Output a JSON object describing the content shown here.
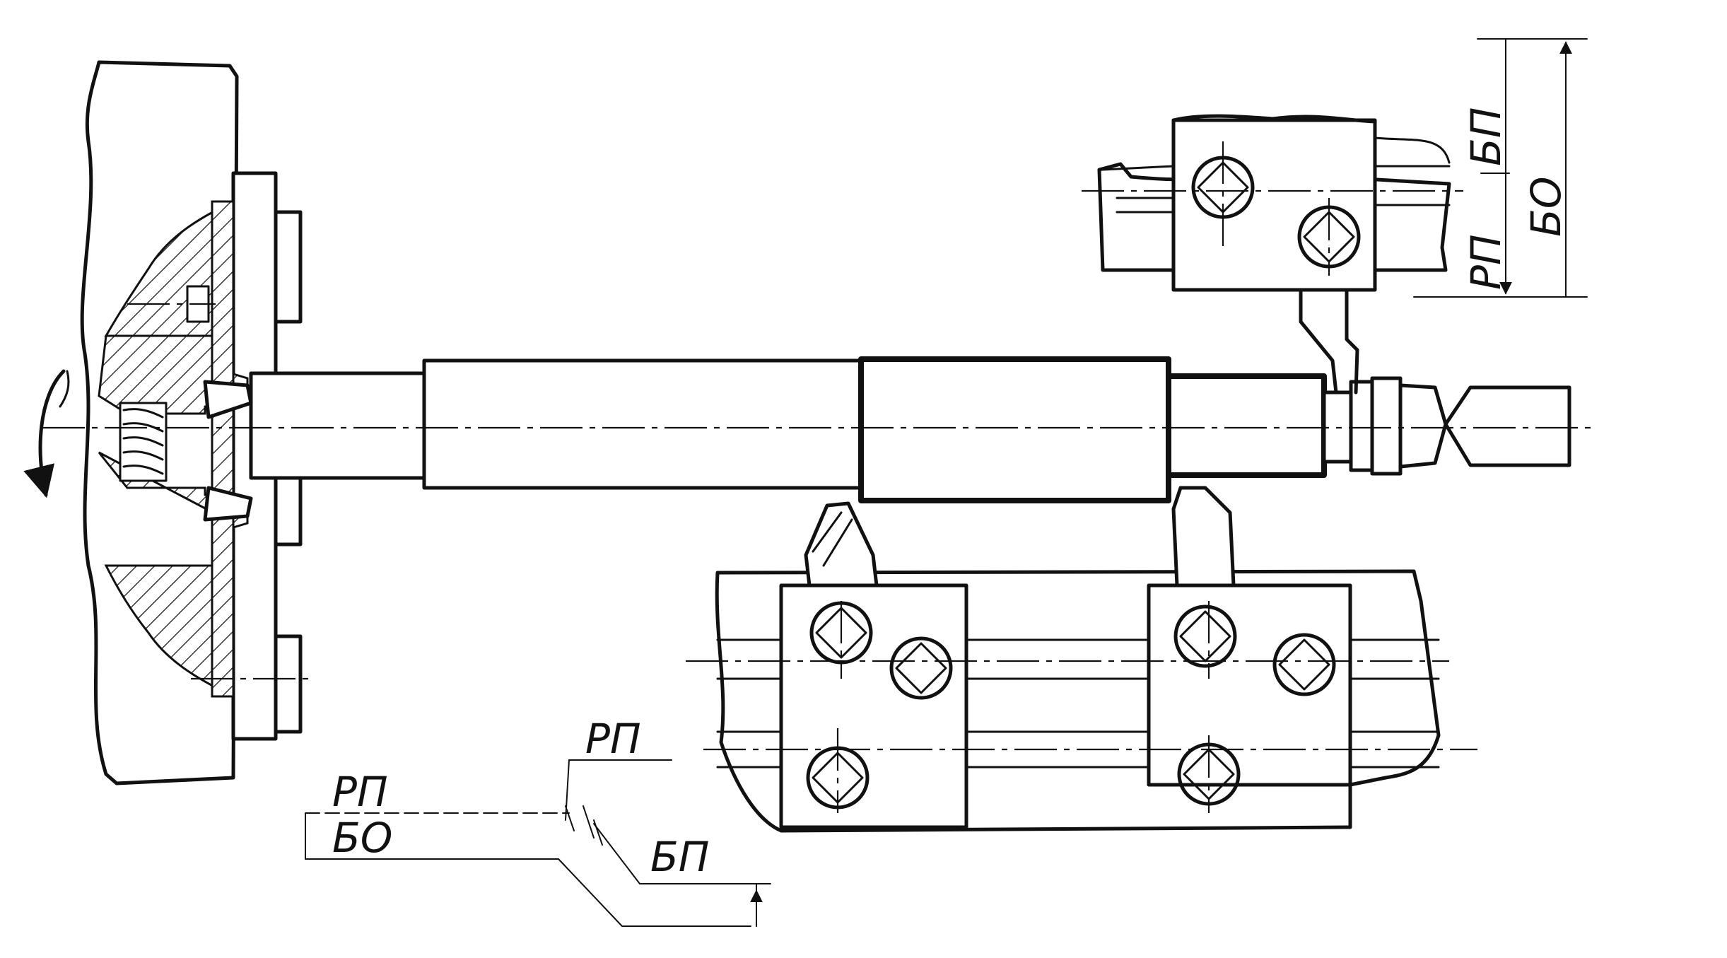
{
  "labels": {
    "top_left_label": "БП",
    "top_right_label": "БО",
    "top_bottom_label": "РП",
    "bottom_top_label": "РП",
    "bottom_left_upper_label": "РП",
    "bottom_left_lower_label": "БО",
    "bottom_right_label": "БП"
  },
  "colors": {
    "ink": "#111111",
    "paper": "#ffffff"
  }
}
